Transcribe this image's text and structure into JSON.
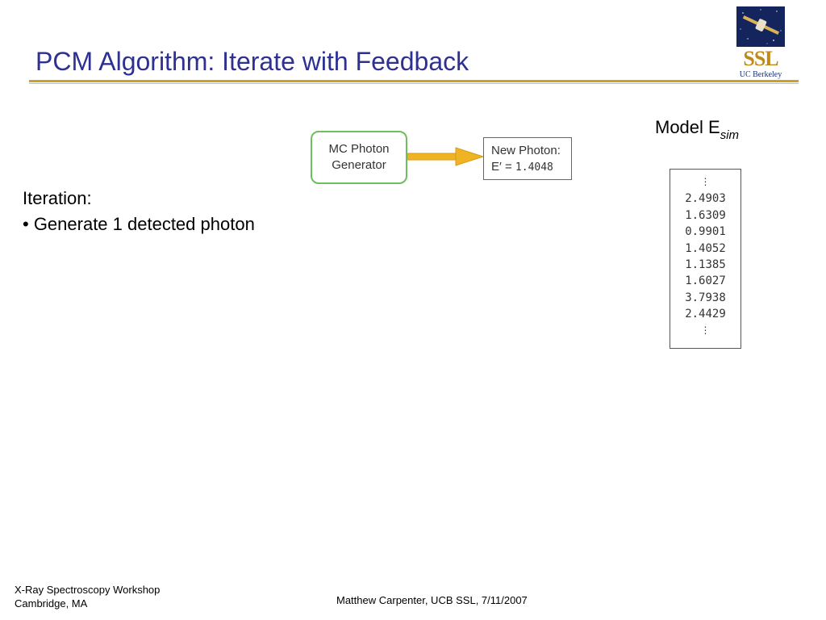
{
  "slide": {
    "title": "PCM Algorithm: Iterate with Feedback",
    "iteration_heading": "Iteration:",
    "bullets": [
      "• Generate 1 detected photon"
    ]
  },
  "logo": {
    "text": "SSL",
    "subtext": "UC Berkeley"
  },
  "diagram": {
    "generator_line1": "MC Photon",
    "generator_line2": "Generator",
    "new_photon_title": "New Photon:",
    "new_photon_prefix": "E′ =",
    "new_photon_value": "1.4048",
    "arrow_color": "#f0b323",
    "generator_border_color": "#6cbf5a"
  },
  "model": {
    "label": "Model E",
    "subscript": "sim",
    "top_ellipsis": "⋮",
    "values": [
      "2.4903",
      "1.6309",
      "0.9901",
      "1.4052",
      "1.1385",
      "1.6027",
      "3.7938",
      "2.4429"
    ],
    "bottom_ellipsis": "⋮"
  },
  "footer": {
    "left_line1": "X-Ray Spectroscopy Workshop",
    "left_line2": "Cambridge, MA",
    "center": "Matthew Carpenter, UCB SSL, 7/11/2007"
  },
  "colors": {
    "title": "#2e3192",
    "rule": "#c9a227"
  }
}
